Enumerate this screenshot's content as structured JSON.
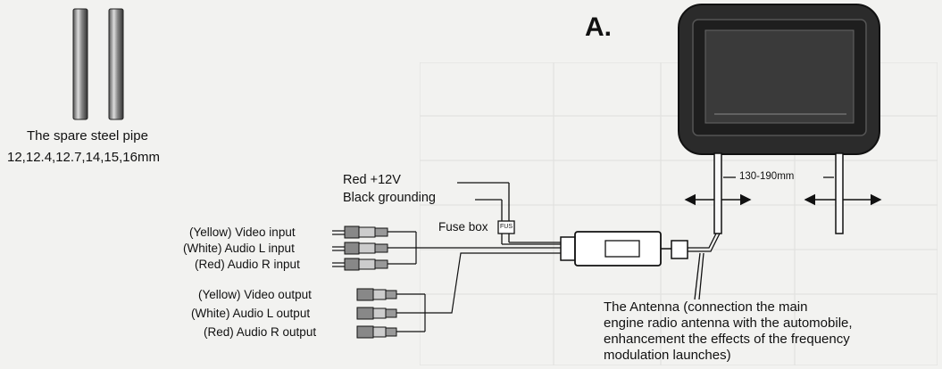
{
  "title": "A.",
  "pipe": {
    "caption_line1": "The spare steel pipe",
    "caption_line2": "12,12.4,12.7,14,15,16mm"
  },
  "power": {
    "red": "Red +12V",
    "black": "Black grounding"
  },
  "fuse": {
    "label": "Fuse box",
    "tag": "FUS"
  },
  "inputs": [
    "(Yellow) Video input",
    "(White) Audio L input",
    "(Red) Audio R input"
  ],
  "outputs": [
    "(Yellow) Video output",
    "(White) Audio L output",
    "(Red) Audio R output"
  ],
  "dimension": "130-190mm",
  "antenna": {
    "line1": "The Antenna (connection the main",
    "line2": "engine radio antenna with the automobile,",
    "line3": "enhancement the effects of the frequency",
    "line4": "modulation launches)"
  },
  "colors": {
    "background": "#f2f2f0",
    "ink": "#111111",
    "screen_housing": "#2b2b2b"
  }
}
